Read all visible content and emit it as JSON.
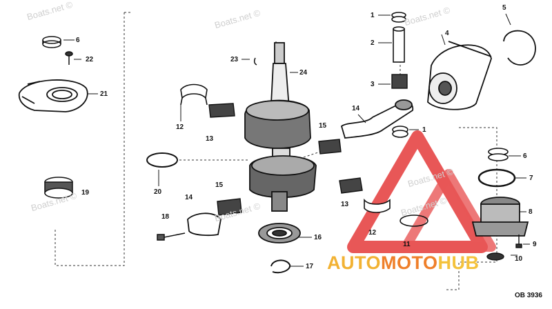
{
  "diagram": {
    "callouts": [
      {
        "id": "c1a",
        "text": "1"
      },
      {
        "id": "c2",
        "text": "2"
      },
      {
        "id": "c3",
        "text": "3"
      },
      {
        "id": "c4",
        "text": "4"
      },
      {
        "id": "c5",
        "text": "5"
      },
      {
        "id": "c6a",
        "text": "6"
      },
      {
        "id": "c22",
        "text": "22"
      },
      {
        "id": "c21",
        "text": "21"
      },
      {
        "id": "c23",
        "text": "23"
      },
      {
        "id": "c24",
        "text": "24"
      },
      {
        "id": "c14a",
        "text": "14"
      },
      {
        "id": "c1b",
        "text": "1"
      },
      {
        "id": "c12a",
        "text": "12"
      },
      {
        "id": "c13a",
        "text": "13"
      },
      {
        "id": "c15a",
        "text": "15"
      },
      {
        "id": "c6b",
        "text": "6"
      },
      {
        "id": "c7",
        "text": "7"
      },
      {
        "id": "c20",
        "text": "20"
      },
      {
        "id": "c15b",
        "text": "15"
      },
      {
        "id": "c13b",
        "text": "13"
      },
      {
        "id": "c8",
        "text": "8"
      },
      {
        "id": "c19",
        "text": "19"
      },
      {
        "id": "c14b",
        "text": "14"
      },
      {
        "id": "c18",
        "text": "18"
      },
      {
        "id": "c12b",
        "text": "12"
      },
      {
        "id": "c11",
        "text": "11"
      },
      {
        "id": "c16",
        "text": "16"
      },
      {
        "id": "c9",
        "text": "9"
      },
      {
        "id": "c10",
        "text": "10"
      },
      {
        "id": "c17",
        "text": "17"
      }
    ],
    "drawing_code": "OB 3936"
  },
  "watermarks": [
    {
      "text": "Boats.net ©"
    },
    {
      "text": "Boats.net ©"
    },
    {
      "text": "Boats.net ©"
    },
    {
      "text": "Boats.net ©"
    },
    {
      "text": "Boats.net ©"
    },
    {
      "text": "Boats.net ©"
    },
    {
      "text": "Boats.net ©"
    }
  ],
  "brand": {
    "part1": "AUTO",
    "part2": "MOTO",
    "part3": "HUB",
    "colors": {
      "auto": "#f2b233",
      "moto": "#ef7f2a",
      "hub": "#f4c23c",
      "logo": "#e53a3a"
    }
  }
}
